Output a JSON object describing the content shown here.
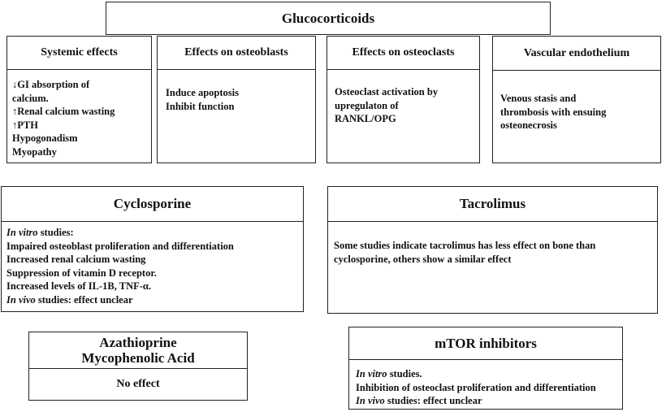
{
  "title": "Glucocorticoids",
  "glucocorticoid_effects": [
    {
      "heading": "Systemic effects",
      "lines": [
        "↓GI absorption of",
        "calcium.",
        "↑Renal calcium wasting",
        "↑PTH",
        "Hypogonadism",
        "Myopathy"
      ]
    },
    {
      "heading": "Effects on osteoblasts",
      "lines": [
        "Induce apoptosis",
        "Inhibit function"
      ]
    },
    {
      "heading": "Effects on osteoclasts",
      "lines": [
        "Osteoclast activation by",
        "upregulaton of",
        "RANKL/OPG"
      ]
    },
    {
      "heading": "Vascular endothelium",
      "lines": [
        "Venous stasis and",
        "thrombosis with ensuing",
        "osteonecrosis"
      ]
    }
  ],
  "cyclosporine": {
    "heading": "Cyclosporine",
    "in_vitro_em": "In vitro",
    "in_vitro_rest": " studies:",
    "lines": [
      "Impaired osteoblast proliferation and differentiation",
      "Increased renal calcium wasting",
      "Suppression of vitamin D receptor.",
      "Increased levels of IL-1B, TNF-α."
    ],
    "in_vivo_em": "In vivo",
    "in_vivo_rest": " studies: effect unclear"
  },
  "tacrolimus": {
    "heading": "Tacrolimus",
    "lines": [
      "Some studies indicate tacrolimus has less effect on bone than",
      "cyclosporine, others show a similar effect"
    ]
  },
  "azathioprine": {
    "heading_line1": "Azathioprine",
    "heading_line2": "Mycophenolic Acid",
    "body": "No effect"
  },
  "mtor": {
    "heading": "mTOR inhibitors",
    "in_vitro_em": "In vitro",
    "in_vitro_rest": " studies.",
    "line": "Inhibition of osteoclast proliferation and differentiation",
    "in_vivo_em": "In vivo",
    "in_vivo_rest": " studies: effect unclear"
  }
}
